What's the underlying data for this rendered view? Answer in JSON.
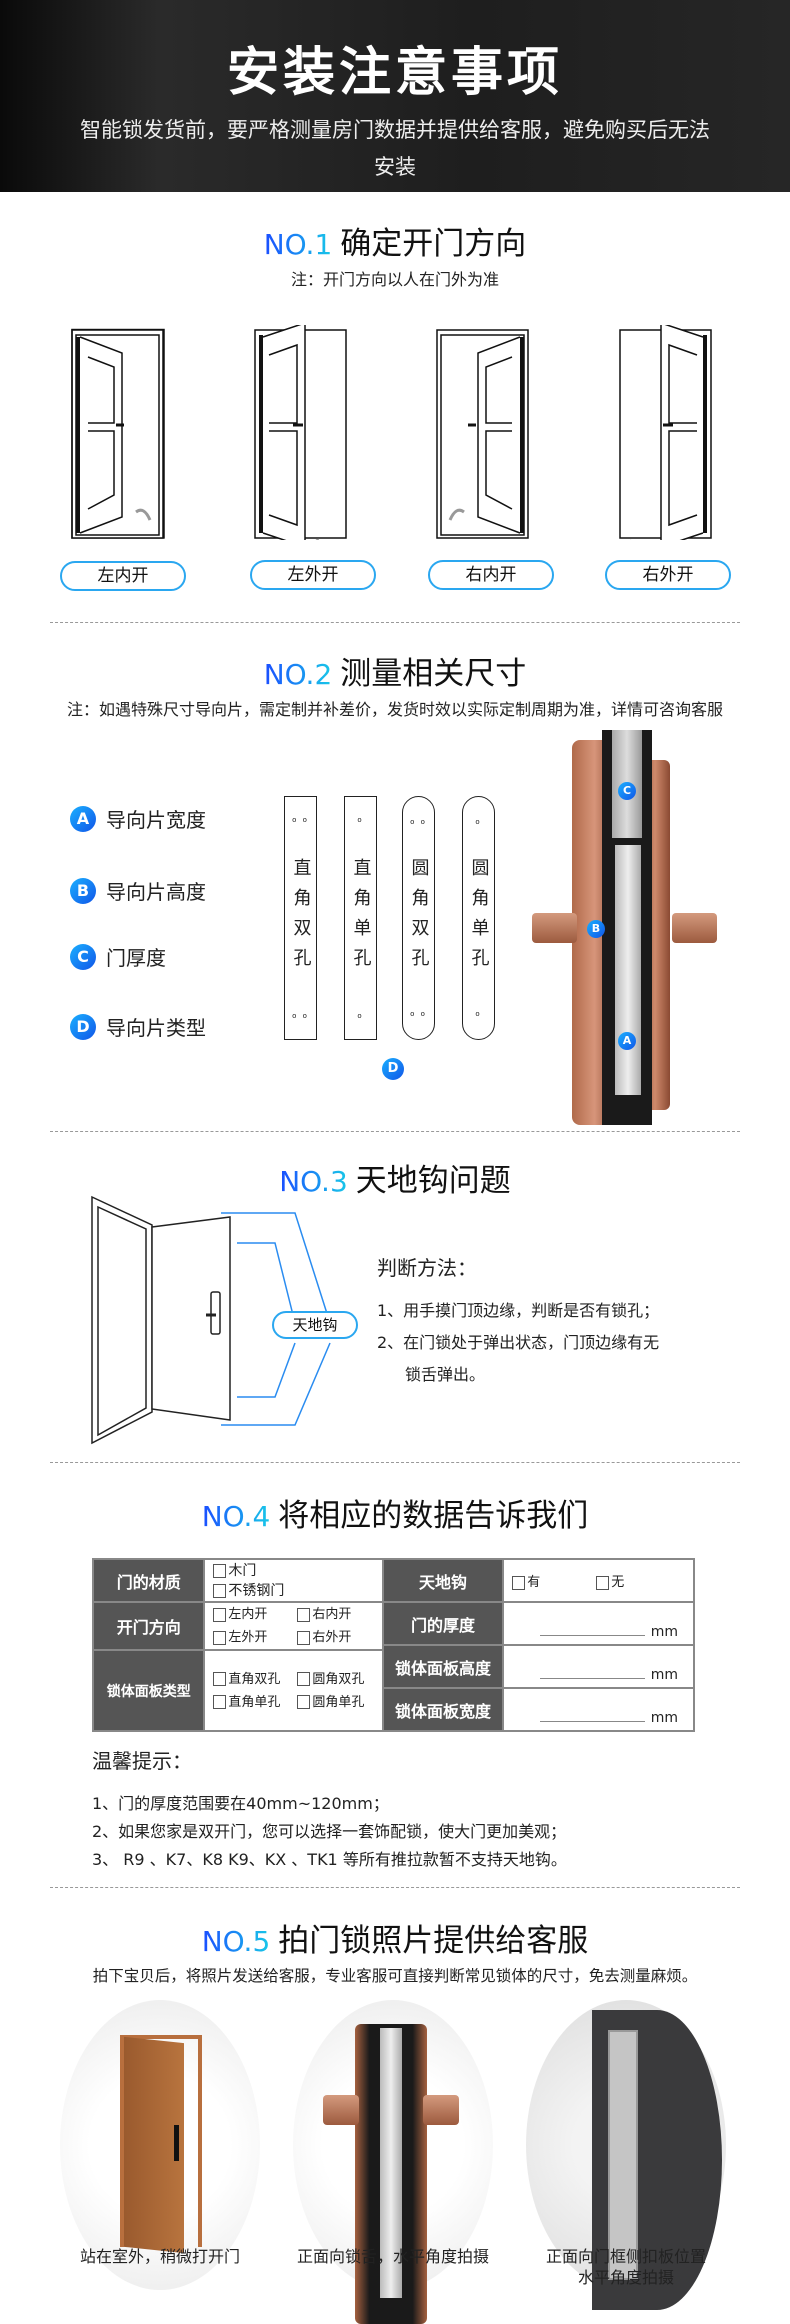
{
  "header": {
    "title": "安装注意事项",
    "subtitle": "智能锁发货前，要严格测量房门数据并提供给客服，避免购买后无法安装"
  },
  "s1": {
    "no": "NO.1",
    "title": "确定开门方向",
    "note": "注：开门方向以人在门外为准",
    "options": [
      "左内开",
      "左外开",
      "右内开",
      "右外开"
    ]
  },
  "s2": {
    "no": "NO.2",
    "title": "测量相关尺寸",
    "note": "注：如遇特殊尺寸导向片，需定制并补差价，发货时效以实际定制周期为准，详情可咨询客服",
    "items": [
      {
        "badge": "A",
        "label": "导向片宽度"
      },
      {
        "badge": "B",
        "label": "导向片高度"
      },
      {
        "badge": "C",
        "label": "门厚度"
      },
      {
        "badge": "D",
        "label": "导向片类型"
      }
    ],
    "plates": [
      {
        "label": "直角双孔"
      },
      {
        "label": "直角单孔"
      },
      {
        "label": "圆角双孔"
      },
      {
        "label": "圆角单孔"
      }
    ],
    "plate_badge": "D"
  },
  "s3": {
    "no": "NO.3",
    "title": "天地钩问题",
    "tag": "天地钩",
    "method_title": "判断方法：",
    "steps": [
      "1、用手摸门顶边缘，判断是否有锁孔；",
      "2、在门锁处于弹出状态，门顶边缘有无",
      "锁舌弹出。"
    ]
  },
  "s4": {
    "no": "NO.4",
    "title": "将相应的数据告诉我们",
    "table": {
      "material": "门的材质",
      "material_opts": [
        "木门",
        "不锈钢门"
      ],
      "direction": "开门方向",
      "direction_opts": [
        "左内开",
        "右内开",
        "左外开",
        "右外开"
      ],
      "panel_type": "锁体面板类型",
      "panel_opts": [
        "直角双孔",
        "圆角双孔",
        "直角单孔",
        "圆角单孔"
      ],
      "hook": "天地钩",
      "hook_opts": [
        "有",
        "无"
      ],
      "thickness": "门的厚度",
      "panel_height": "锁体面板高度",
      "panel_width": "锁体面板宽度",
      "unit": "mm"
    },
    "tips_title": "温馨提示：",
    "tips": [
      "1、门的厚度范围要在40mm~120mm；",
      "2、如果您家是双开门，您可以选择一套饰配锁，使大门更加美观；",
      "3、 R9 、K7、K8 K9、KX 、TK1 等所有推拉款暂不支持天地钩。"
    ]
  },
  "s5": {
    "no": "NO.5",
    "title": "拍门锁照片提供给客服",
    "desc": "拍下宝贝后，将照片发送给客服，专业客服可直接判断常见锁体的尺寸，免去测量麻烦。",
    "captions": [
      "站在室外，稍微打开门",
      "正面向锁舌，水平角度拍摄",
      "正面向门框侧扣板位置",
      "水平角度拍摄"
    ]
  }
}
